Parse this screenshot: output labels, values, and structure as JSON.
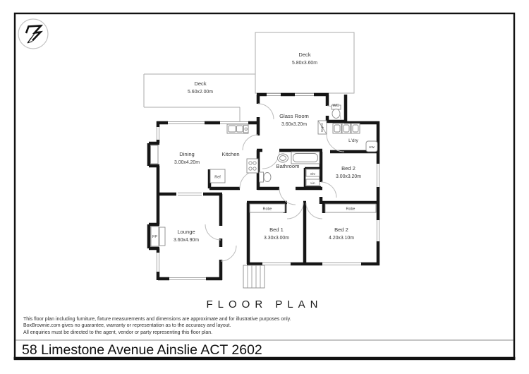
{
  "title": "FLOOR PLAN",
  "address": "58 Limestone Avenue Ainslie ACT 2602",
  "disclaimer": {
    "line1": "This floor plan including furniture, fixture measurements and dimensions are approximate and for illustrative purposes only.",
    "line2": "BoxBrownie.com gives no guarantee, warranty or representation as to the accuracy and layout.",
    "line3": "All enquiries must be directed to the agent, vendor or party representing this floor plan."
  },
  "header": {
    "logo_icon": "north-arrow-compass"
  },
  "floor_plan": {
    "rooms": {
      "deck_top": {
        "name": "Deck",
        "dims": "5.80x3.60m"
      },
      "deck_left": {
        "name": "Deck",
        "dims": "5.60x2.00m"
      },
      "glass_room": {
        "name": "Glass Room",
        "dims": "3.60x3.20m"
      },
      "wc": {
        "name": "WC"
      },
      "laundry": {
        "name": "L'dry"
      },
      "kitchen": {
        "name": "Kitchen"
      },
      "dining": {
        "name": "Dining",
        "dims": "3.00x4.20m"
      },
      "bathroom": {
        "name": "Bathroom"
      },
      "bed2_upper": {
        "name": "Bed 2",
        "dims": "3.00x3.20m"
      },
      "lounge": {
        "name": "Lounge",
        "dims": "3.60x4.90m"
      },
      "bed1": {
        "name": "Bed 1",
        "dims": "3.30x3.00m"
      },
      "bed2_lower": {
        "name": "Bed 2",
        "dims": "4.20x3.10m"
      }
    },
    "fixtures": {
      "robe": "Robe",
      "shower": "Shr",
      "linen": "Lin",
      "fridge": "Ref",
      "fireplace": "FP",
      "hot_water": "HW",
      "cupboard": "Cup'd"
    }
  },
  "colors": {
    "wall": "#161616",
    "fine_line": "#9a9a9a",
    "label_text": "#3a3a3a",
    "background": "#ffffff"
  }
}
